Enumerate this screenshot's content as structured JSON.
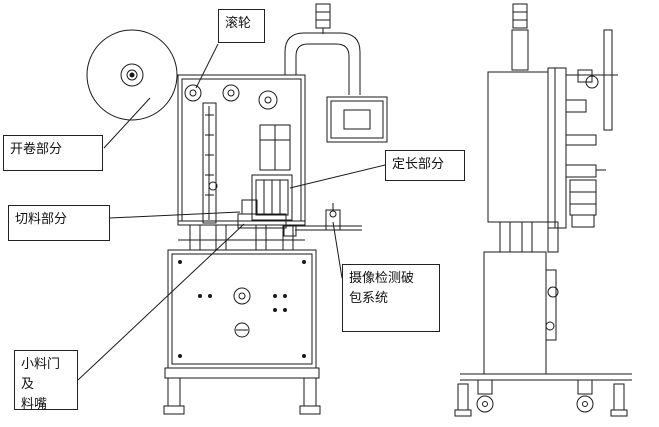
{
  "labels": {
    "roller": "滚轮",
    "unwinding": "开卷部分",
    "fixed_length": "定长部分",
    "cutting": "切料部分",
    "camera_system_line1": "摄像检测破",
    "camera_system_line2": "包系统",
    "small_door_line1": "小料门及",
    "small_door_line2": "料嘴"
  },
  "colors": {
    "line": "#1a1a1a",
    "bg": "#ffffff"
  }
}
